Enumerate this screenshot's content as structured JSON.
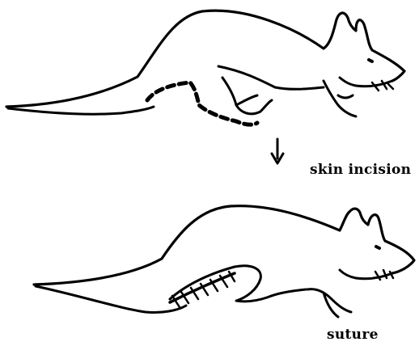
{
  "steps": [
    {
      "label": "skin incision",
      "stage": "before"
    },
    {
      "label": "suture",
      "stage": "after"
    }
  ],
  "colors": {
    "ink": "#000000",
    "background": "#ffffff"
  }
}
